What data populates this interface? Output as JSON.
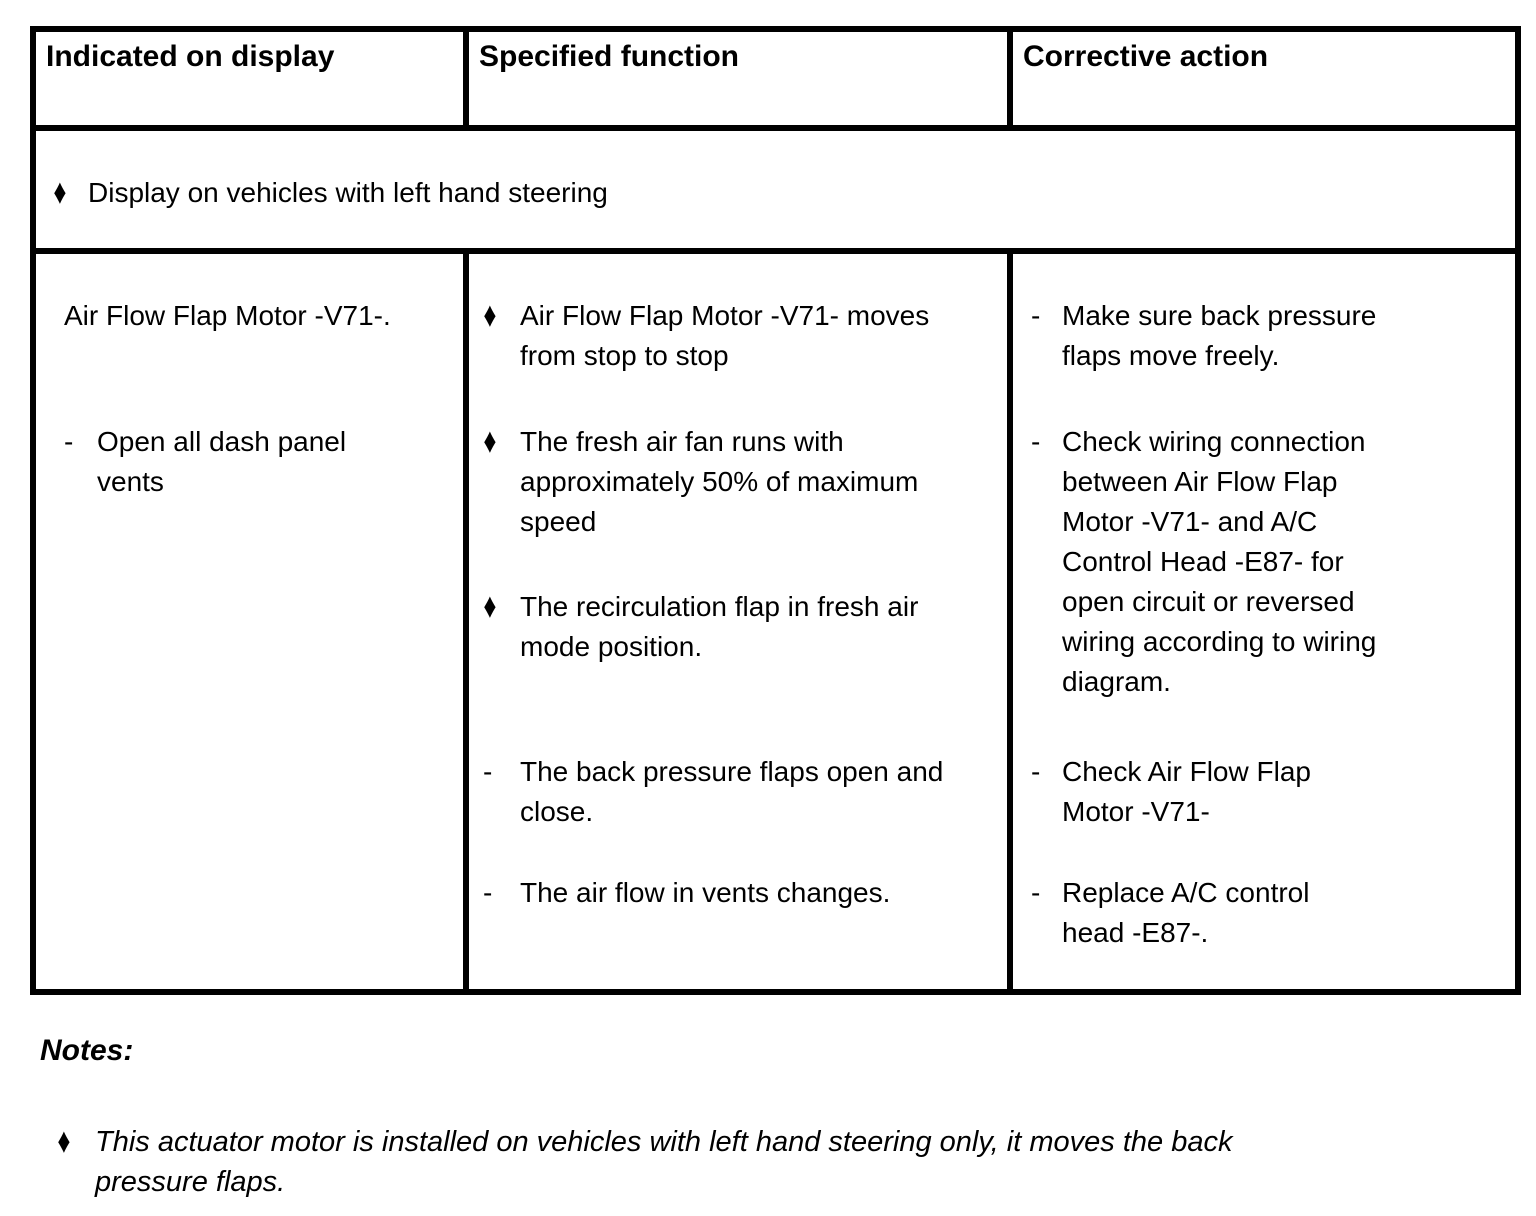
{
  "colors": {
    "ink": "#000000",
    "background": "#ffffff"
  },
  "table": {
    "headers": [
      "Indicated on display",
      "Specified function",
      "Corrective action"
    ],
    "banner": {
      "marker": "♦",
      "text": "Display on vehicles with left hand steering"
    },
    "col1": {
      "title": "Air Flow Flap Motor -V71-.",
      "items": [
        {
          "marker": "-",
          "text": "Open all dash panel\nvents"
        }
      ]
    },
    "col2": {
      "items": [
        {
          "marker": "♦",
          "text": "Air Flow Flap Motor -V71- moves\nfrom stop to stop"
        },
        {
          "marker": "♦",
          "text": "The fresh air fan runs with\napproximately 50% of maximum\nspeed"
        },
        {
          "marker": "♦",
          "text": "The recirculation flap in fresh air\nmode position."
        },
        {
          "marker": "-",
          "text": "The back pressure flaps open and\nclose."
        },
        {
          "marker": "-",
          "text": "The air flow in vents changes."
        }
      ]
    },
    "col3": {
      "items": [
        {
          "marker": "-",
          "text": "Make sure back pressure\nflaps move freely."
        },
        {
          "marker": "-",
          "text": "Check wiring connection\nbetween Air Flow Flap\nMotor -V71- and A/C\nControl Head -E87- for\nopen circuit or reversed\nwiring according to wiring\ndiagram."
        },
        {
          "marker": "-",
          "text": "Check Air Flow Flap\nMotor -V71-"
        },
        {
          "marker": "-",
          "text": "Replace A/C control\nhead -E87-."
        }
      ]
    }
  },
  "notes": {
    "title": "Notes:",
    "items": [
      {
        "marker": "♦",
        "text": "This actuator motor is installed on vehicles with left hand steering only, it moves the back\npressure flaps."
      }
    ]
  }
}
